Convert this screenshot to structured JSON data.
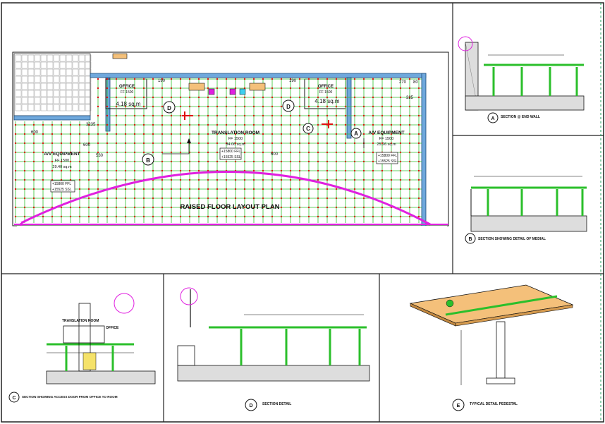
{
  "plan": {
    "title": "RAISED FLOOR LAYOUT PLAN",
    "rooms": {
      "translation": {
        "name": "TRANSLATION ROOM",
        "ff": "FF 1500",
        "area": "84.06 sq.m"
      },
      "office_left": {
        "name": "OFFICE",
        "ff": "FF 1500",
        "area": "4.18 sq.m"
      },
      "office_right": {
        "name": "OFFICE",
        "ff": "FF 1500",
        "area": "4.18 sq.m"
      },
      "av_left": {
        "name": "A/V EQUIPMENT",
        "ff": "FF 1500",
        "area": "29.40 sq.m"
      },
      "av_right": {
        "name": "A/V EQUIPMENT",
        "ff": "FF 1500",
        "area": "25.26 sq.m"
      }
    },
    "levels": {
      "left": [
        "+15800 FFL",
        "+15525 SSL"
      ],
      "center": [
        "+15800 FFL",
        "+15525 SSL"
      ],
      "right": [
        "+15800 FFL",
        "+15525 SSL"
      ]
    },
    "dims": {
      "d600": "600",
      "d530": "530",
      "d600b": "600",
      "d190": "190",
      "d270": "270",
      "d80": "80",
      "d325": "325",
      "d3235": "3235"
    },
    "section_markers": [
      "A",
      "B",
      "C",
      "D",
      "D"
    ]
  },
  "details": {
    "a": {
      "marker": "A",
      "caption": "SECTION @ END WALL"
    },
    "b": {
      "marker": "B",
      "caption": "SECTION SHOWING DETAIL OF MEDIAL"
    },
    "c": {
      "marker": "C",
      "caption": "SECTION SHOWING ACCESS DOOR FROM OFFICE TO ROOM"
    },
    "d": {
      "marker": "D",
      "caption": "SECTION DETAIL"
    },
    "e": {
      "marker": "E",
      "caption": "TYPICAL DETAIL PEDESTAL"
    },
    "c_labels": {
      "room": "TRANSLATION ROOM",
      "office": "OFFICE"
    }
  },
  "colors": {
    "grid": "#2bbf2b",
    "node": "#e01010",
    "wall": "#6fa8dc",
    "arc": "#e020e0",
    "frame": "#222222",
    "panel": "#f4c07a"
  }
}
